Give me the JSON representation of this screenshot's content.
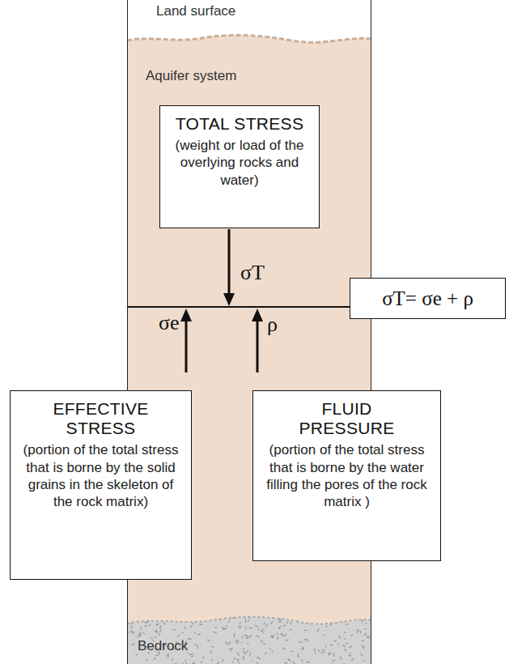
{
  "diagram": {
    "nodes": [
      {
        "text": [
          "TOTAL STRESS",
          "(weight or load of the overlying rocks and water)"
        ]
      },
      {
        "text": [
          "σT= σe + ρ"
        ]
      },
      {
        "text": [
          "EFFECTIVE STRESS",
          "(portion of the total stress that is borne by the solid grains in the skeleton of the rock matrix)"
        ]
      },
      {
        "text": [
          "FLUID PRESSURE",
          "(portion of the total stress that is borne by the water filling the pores of the rock matrix )"
        ]
      },
      {
        "text": [
          "Bedrock"
        ]
      }
    ],
    "labels": [
      "Land surface",
      "Aquifer system",
      "σT",
      "σe",
      "ρ"
    ]
  }
}
